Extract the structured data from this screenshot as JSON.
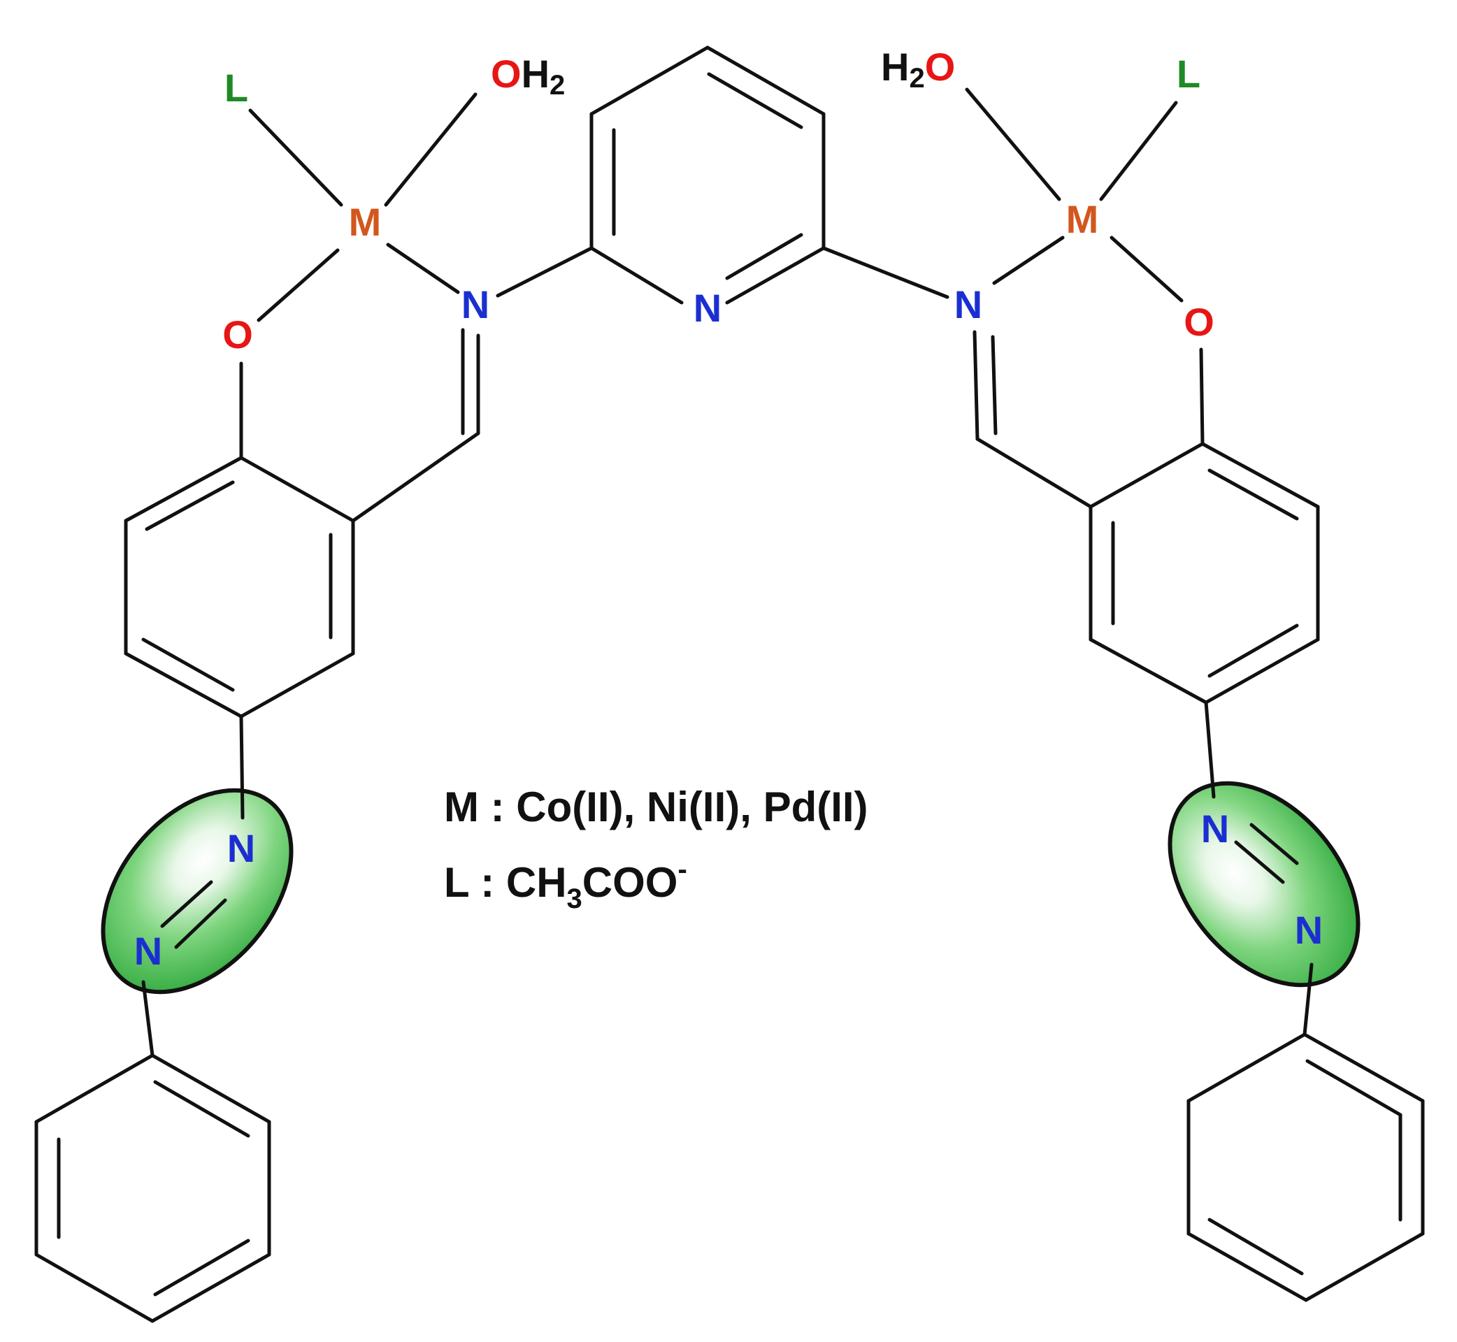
{
  "colors": {
    "metal": "#d2571e",
    "oxygen": "#e81515",
    "nitrogen": "#1b2fd1",
    "ligand": "#1f8a25",
    "bond": "#111111",
    "azo_fill": "#3cbc4a"
  },
  "atoms": {
    "pyridine_n": "N",
    "metal": "M",
    "ligand": "L",
    "phenolate_o": "O",
    "imine_n": "N",
    "azo_n": "N",
    "water_o": "O",
    "water_h": "H",
    "water_h_count": "2"
  },
  "legend": {
    "metal_line": "M : Co(II), Ni(II), Pd(II)",
    "ligand_prefix": "L : CH",
    "ligand_sub": "3",
    "ligand_mid": "COO",
    "ligand_charge": "-"
  }
}
